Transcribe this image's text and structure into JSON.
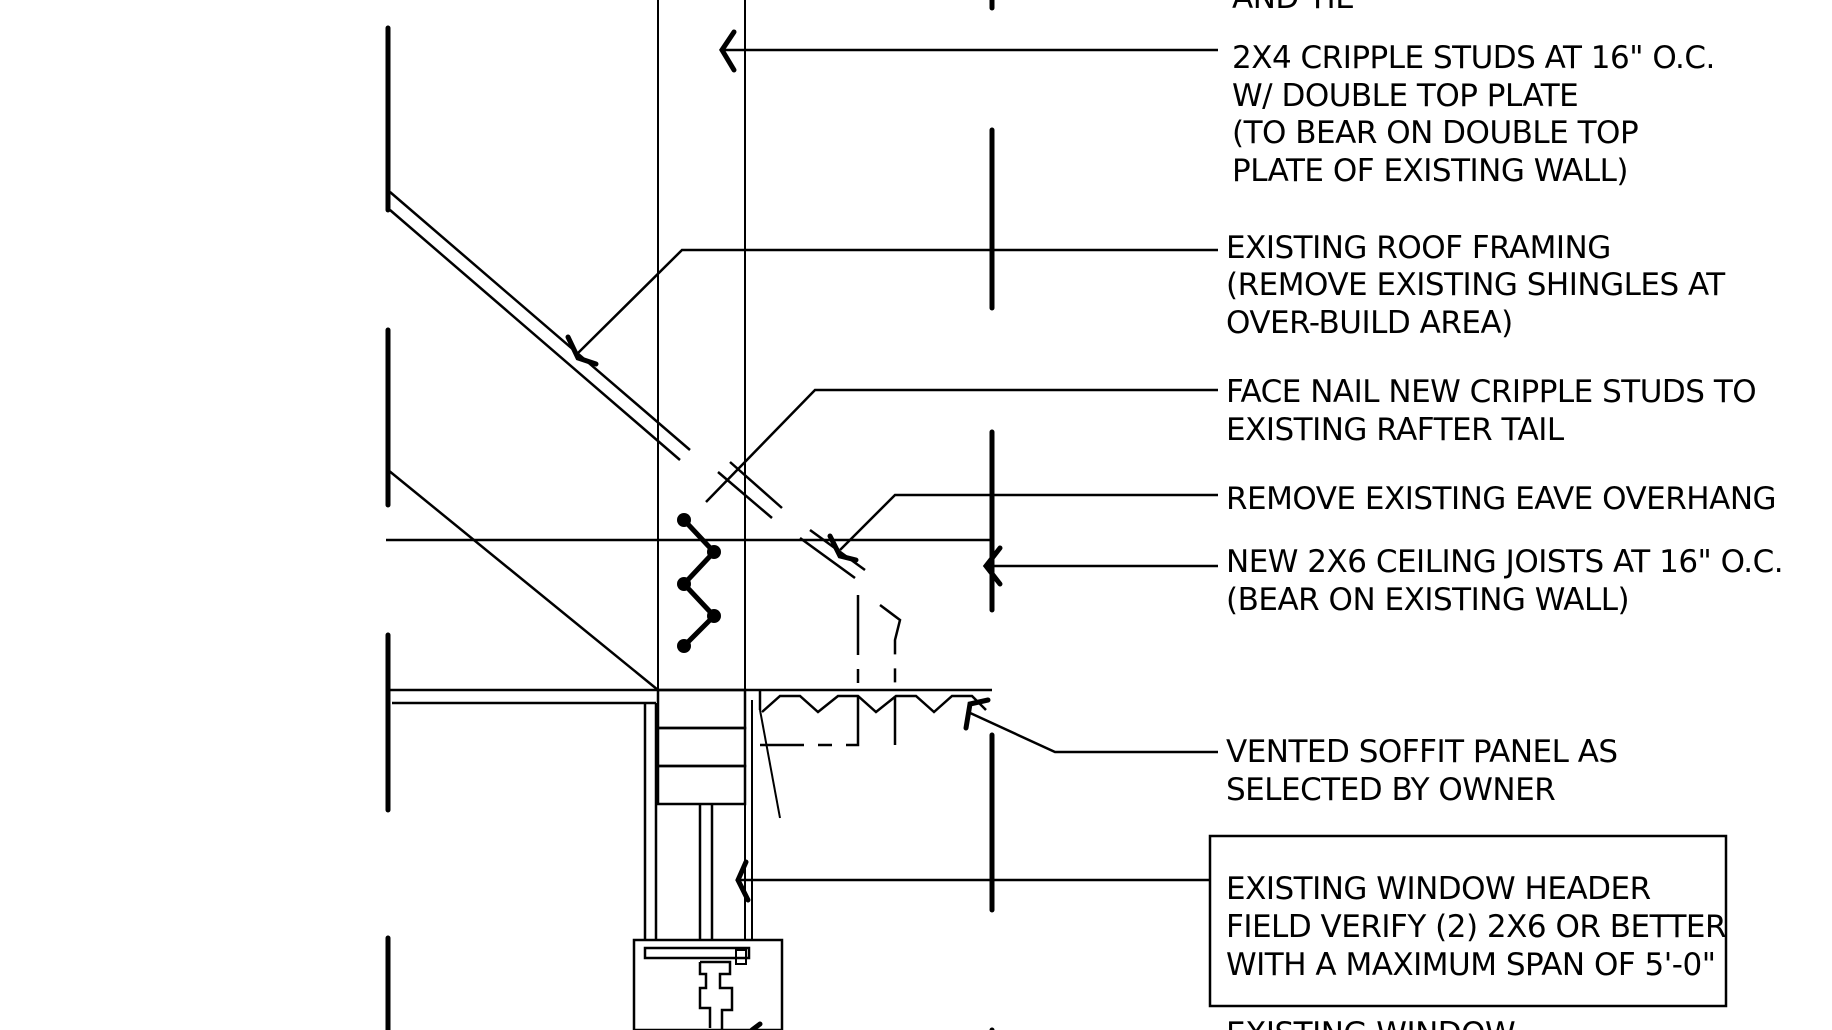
{
  "notes": {
    "top_partial": "AND TIE",
    "cripple_studs": [
      "2X4 CRIPPLE STUDS AT 16\" O.C.",
      "W/ DOUBLE TOP PLATE",
      "(TO BEAR ON DOUBLE TOP",
      "PLATE OF EXISTING WALL)"
    ],
    "roof_framing": [
      "EXISTING ROOF FRAMING",
      "(REMOVE EXISTING SHINGLES AT",
      "OVER-BUILD AREA)"
    ],
    "face_nail": [
      "FACE NAIL NEW CRIPPLE STUDS TO",
      "EXISTING RAFTER TAIL"
    ],
    "eave": [
      "REMOVE EXISTING EAVE OVERHANG"
    ],
    "ceiling_joists": [
      "NEW 2X6 CEILING JOISTS AT 16\" O.C.",
      "(BEAR ON EXISTING WALL)"
    ],
    "soffit": [
      "VENTED SOFFIT PANEL AS",
      "SELECTED BY OWNER"
    ],
    "window_header": [
      "EXISTING WINDOW HEADER",
      "FIELD VERIFY (2) 2X6 OR BETTER",
      "WITH A MAXIMUM SPAN OF 5'-0\""
    ],
    "bottom_partial": "EXISTING WINDOW"
  }
}
